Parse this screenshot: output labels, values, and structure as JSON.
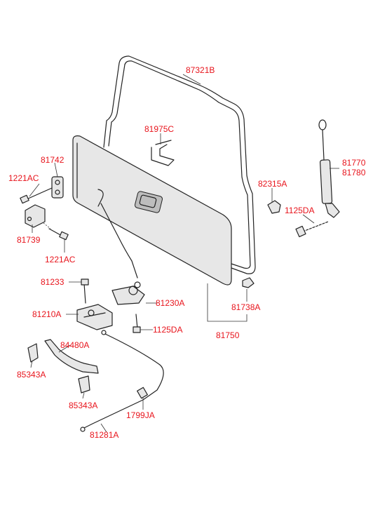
{
  "labels": {
    "p87321b": "87321B",
    "p81975c": "81975C",
    "p81742": "81742",
    "p1221ac_top": "1221AC",
    "p81739": "81739",
    "p1221ac_bottom": "1221AC",
    "p82315a": "82315A",
    "p81770": "81770",
    "p81780": "81780",
    "p1125da_right": "1125DA",
    "p81233": "81233",
    "p81230a": "81230A",
    "p81210a": "81210A",
    "p1125da_mid": "1125DA",
    "p81738a": "81738A",
    "p81750": "81750",
    "p84480a": "84480A",
    "p85343a_left": "85343A",
    "p85343a_right": "85343A",
    "p1799ja": "1799JA",
    "p81281a": "81281A"
  },
  "colors": {
    "label": "#e8141c",
    "line": "#222222",
    "panel_fill": "#e7e7e7",
    "background": "#ffffff"
  }
}
